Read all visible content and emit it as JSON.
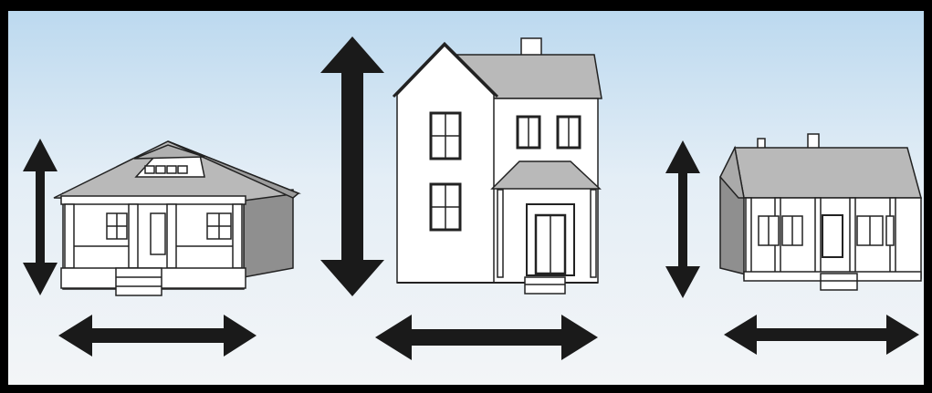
{
  "colors": {
    "frame": "#000000",
    "sky_top": "#bcd9ef",
    "sky_bottom": "#f3f5f7",
    "roof": "#b9b9b9",
    "wall": "#ffffff",
    "shadow_wall": "#8f8f8f",
    "arrow": "#1a1a1a",
    "outline": "#222222"
  },
  "houses": [
    {
      "name": "bungalow",
      "style": "one-story house with porch and dormer"
    },
    {
      "name": "two-story",
      "style": "two-story house with gable front and chimney"
    },
    {
      "name": "cottage",
      "style": "one-story house with front porch and two chimneys"
    }
  ],
  "arrows": [
    {
      "name": "bungalow-height",
      "orientation": "vertical"
    },
    {
      "name": "bungalow-width",
      "orientation": "horizontal"
    },
    {
      "name": "two-story-height",
      "orientation": "vertical"
    },
    {
      "name": "two-story-width",
      "orientation": "horizontal"
    },
    {
      "name": "cottage-height",
      "orientation": "vertical"
    },
    {
      "name": "cottage-width",
      "orientation": "horizontal"
    }
  ]
}
